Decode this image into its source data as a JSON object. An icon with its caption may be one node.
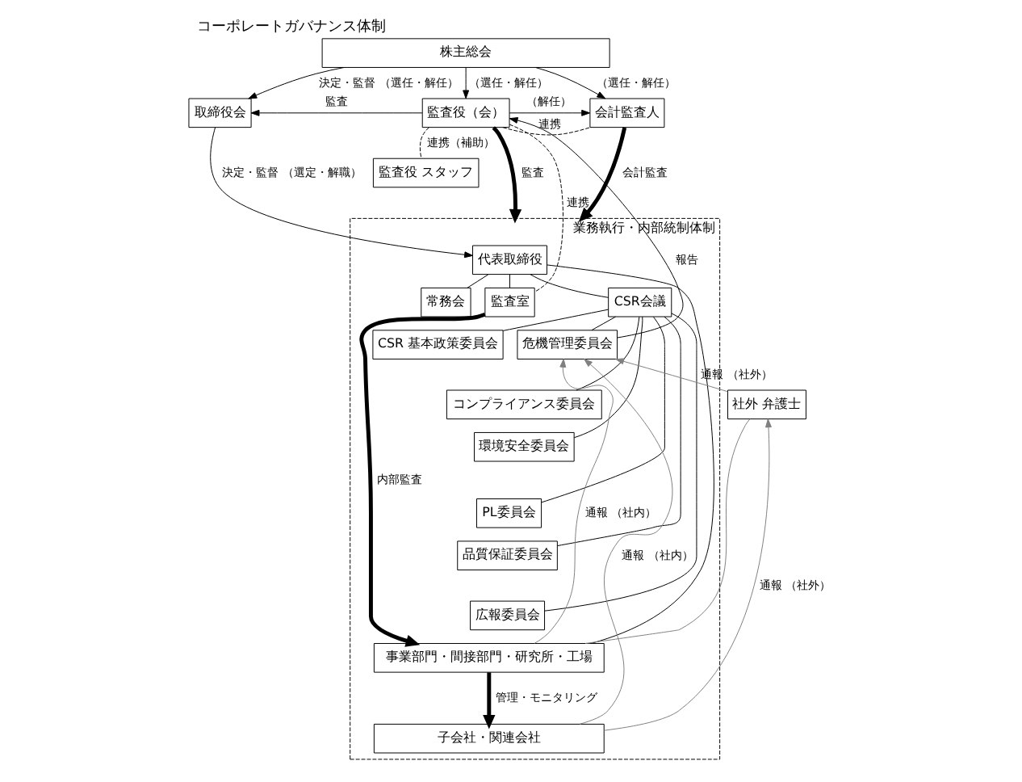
{
  "diagram": {
    "title": "コーポレートガバナンス体制",
    "nodes": [
      {
        "text": [
          "株主総会"
        ]
      },
      {
        "text": [
          "取締役会"
        ]
      },
      {
        "text": [
          "監査役（会）"
        ]
      },
      {
        "text": [
          "会計監査人"
        ]
      },
      {
        "text": [
          "監査役 スタッフ"
        ]
      },
      {
        "text": [
          "業務執行・内部統制体制"
        ]
      },
      {
        "text": [
          "代表取締役"
        ],
        "in": 5
      },
      {
        "text": [
          "常務会"
        ],
        "in": 5
      },
      {
        "text": [
          "監査室"
        ],
        "in": 5
      },
      {
        "text": [
          "CSR会議"
        ],
        "in": 5
      },
      {
        "text": [
          "CSR 基本政策委員会"
        ],
        "in": 5
      },
      {
        "text": [
          "危機管理委員会"
        ],
        "in": 5
      },
      {
        "text": [
          "コンプライアンス委員会"
        ],
        "in": 5
      },
      {
        "text": [
          "環境安全委員会"
        ],
        "in": 5
      },
      {
        "text": [
          "PL委員会"
        ],
        "in": 5
      },
      {
        "text": [
          "品質保証委員会"
        ],
        "in": 5
      },
      {
        "text": [
          "広報委員会"
        ],
        "in": 5
      },
      {
        "text": [
          "事業部門・間接部門・研究所・工場"
        ],
        "in": 5
      },
      {
        "text": [
          "子会社・関連会社"
        ],
        "in": 5
      },
      {
        "text": [
          "社外 弁護士"
        ]
      }
    ],
    "edges": [
      {
        "from": 0,
        "to": 1,
        "arrow": "to",
        "label": "決定・監督 （選任・解任）"
      },
      {
        "from": 0,
        "to": 2,
        "arrow": "to",
        "label": "（選任・解任）"
      },
      {
        "from": 0,
        "to": 3,
        "arrow": "to",
        "label": "（選任・解任）"
      },
      {
        "from": 2,
        "to": 1,
        "arrow": "to",
        "label": "監査"
      },
      {
        "from": 2,
        "to": 3,
        "arrow": "to",
        "label": "（解任）"
      },
      {
        "from": 2,
        "to": 3,
        "arrow": "none",
        "label": "連携",
        "style": "dashed"
      },
      {
        "from": 2,
        "to": 4,
        "arrow": "none",
        "label": "連携（補助）",
        "style": "dashed"
      },
      {
        "from": 1,
        "to": 6,
        "arrow": "to",
        "label": "決定・監督 （選定・解職）"
      },
      {
        "from": 2,
        "to": 5,
        "arrow": "to",
        "label": "監査",
        "style": "thick"
      },
      {
        "from": 3,
        "to": 5,
        "arrow": "to",
        "label": "会計監査",
        "style": "thick"
      },
      {
        "from": 2,
        "to": 8,
        "arrow": "none",
        "label": "連携",
        "style": "dashed"
      },
      {
        "from": 6,
        "to": 7,
        "arrow": "none"
      },
      {
        "from": 6,
        "to": 8,
        "arrow": "none"
      },
      {
        "from": 6,
        "to": 9,
        "arrow": "none"
      },
      {
        "from": 6,
        "to": 17,
        "arrow": "none"
      },
      {
        "from": 9,
        "to": 10,
        "arrow": "none"
      },
      {
        "from": 9,
        "to": 11,
        "arrow": "none"
      },
      {
        "from": 9,
        "to": 12,
        "arrow": "none"
      },
      {
        "from": 9,
        "to": 13,
        "arrow": "none"
      },
      {
        "from": 9,
        "to": 14,
        "arrow": "none"
      },
      {
        "from": 9,
        "to": 15,
        "arrow": "none"
      },
      {
        "from": 9,
        "to": 16,
        "arrow": "none"
      },
      {
        "from": 11,
        "to": 2,
        "arrow": "to",
        "label": "報告"
      },
      {
        "from": 8,
        "to": 17,
        "arrow": "to",
        "label": "内部監査",
        "style": "thick"
      },
      {
        "from": 17,
        "to": 18,
        "arrow": "to",
        "label": "管理・モニタリング",
        "style": "thick"
      },
      {
        "from": 17,
        "to": 11,
        "arrow": "to",
        "label": "通報 （社内）",
        "color": "#808080"
      },
      {
        "from": 18,
        "to": 11,
        "arrow": "to",
        "label": "通報 （社内）",
        "color": "#808080"
      },
      {
        "from": 17,
        "to": 19,
        "arrow": "none",
        "color": "#808080"
      },
      {
        "from": 18,
        "to": 19,
        "arrow": "to",
        "label": "通報 （社外）",
        "color": "#808080"
      },
      {
        "from": 19,
        "to": 11,
        "arrow": "to",
        "label": "通報 （社外）",
        "color": "#808080"
      }
    ]
  }
}
